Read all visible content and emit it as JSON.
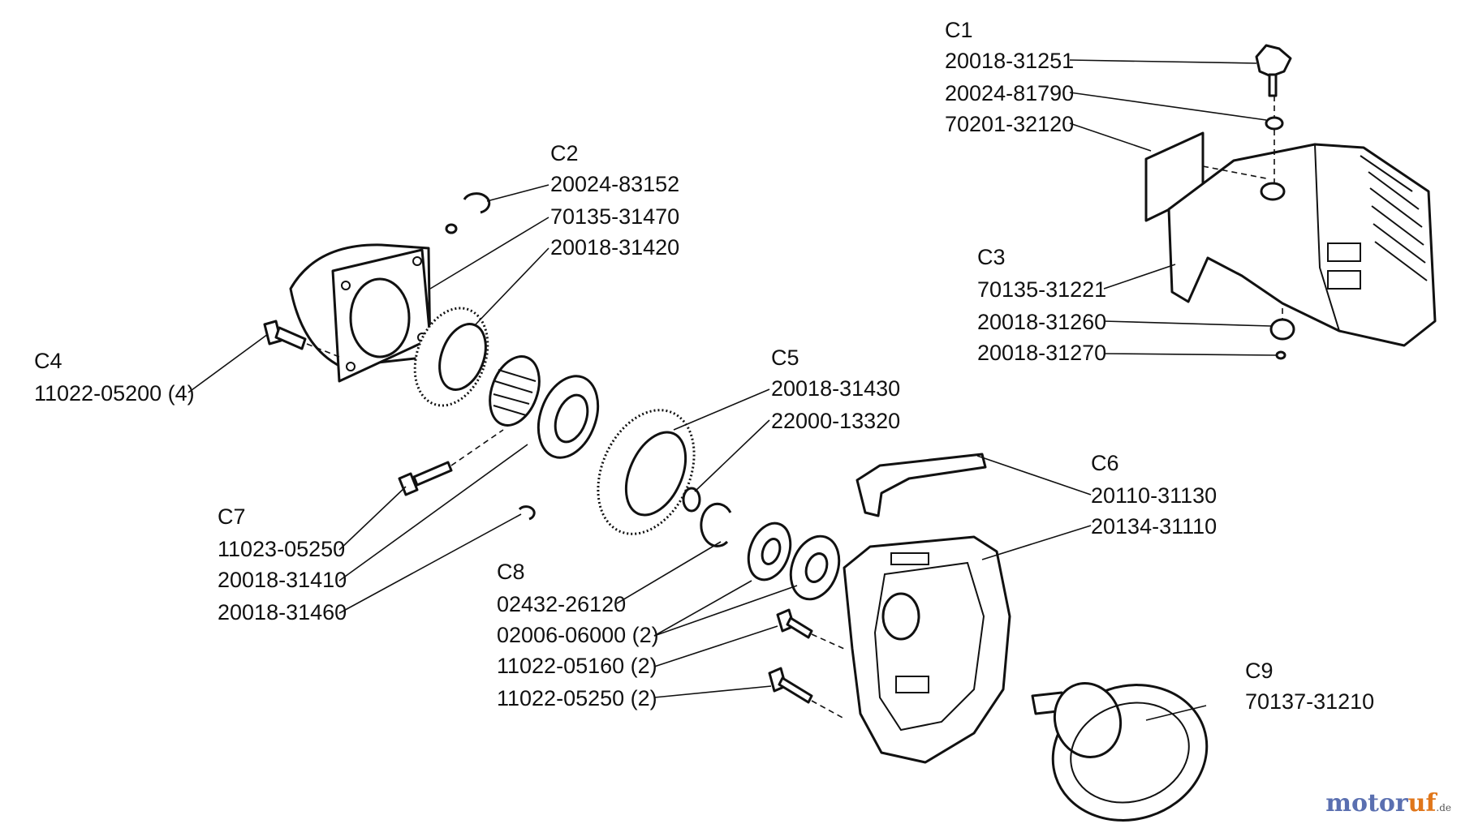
{
  "groups": {
    "c1": "C1",
    "c2": "C2",
    "c3": "C3",
    "c4": "C4",
    "c5": "C5",
    "c6": "C6",
    "c7": "C7",
    "c8": "C8",
    "c9": "C9"
  },
  "parts": {
    "p1": "20018-31251",
    "p2": "20024-81790",
    "p3": "70201-32120",
    "p4": "20024-83152",
    "p5": "70135-31470",
    "p6": "20018-31420",
    "p7": "70135-31221",
    "p8": "20018-31260",
    "p9": "20018-31270",
    "p10": "11022-05200 (4)",
    "p11": "20018-31430",
    "p12": "22000-13320",
    "p13": "20110-31130",
    "p14": "20134-31110",
    "p15": "11023-05250",
    "p16": "20018-31410",
    "p17": "20018-31460",
    "p18": "02432-26120",
    "p19": "02006-06000 (2)",
    "p20": "11022-05160 (2)",
    "p21": "11022-05250 (2)",
    "p22": "70137-31210"
  },
  "watermark": {
    "main": "motor",
    "accent": "uf",
    "suffix": ".de"
  }
}
